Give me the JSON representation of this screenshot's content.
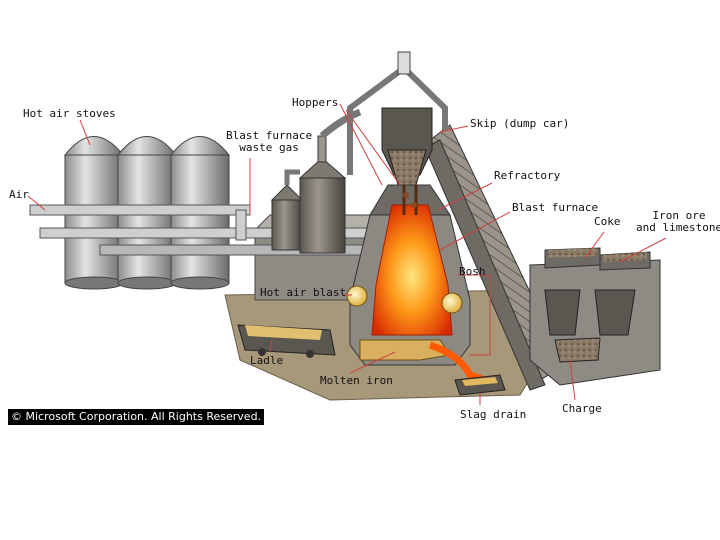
{
  "labels": {
    "hot_air_stoves": "Hot air stoves",
    "hoppers": "Hoppers",
    "skip": "Skip (dump car)",
    "waste_gas": "Blast furnace\nwaste gas",
    "air": "Air",
    "refractory": "Refractory",
    "blast_furnace": "Blast furnace",
    "coke": "Coke",
    "iron_ore": "Iron ore\nand limestone",
    "bosh": "Bosh",
    "hot_air_blast": "Hot air blast",
    "ladle": "Ladle",
    "molten_iron": "Molten iron",
    "slag_drain": "Slag drain",
    "charge": "Charge"
  },
  "copyright": "© Microsoft Corporation. All Rights Reserved.",
  "colors": {
    "metal_light": "#c8c8c8",
    "metal_dark": "#6e6a64",
    "base": "#a89a7c",
    "molten": "#ff5a00",
    "hot_core": "#ffd24a",
    "slag": "#e0b860"
  }
}
